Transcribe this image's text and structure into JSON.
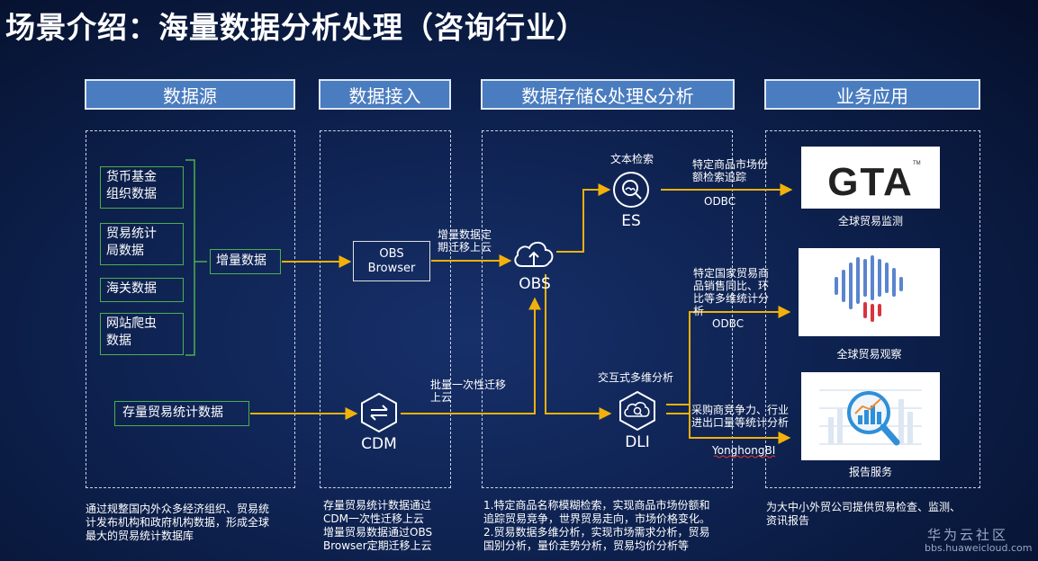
{
  "title": "场景介绍：海量数据分析处理（咨询行业）",
  "headers": [
    "数据源",
    "数据接入",
    "数据存储&处理&分析",
    "业务应用"
  ],
  "sources": {
    "items": [
      "货币基金组织数据",
      "贸易统计局数据",
      "海关数据",
      "网站爬虫数据"
    ],
    "items_lines": [
      [
        "货币基金",
        "组织数据"
      ],
      [
        "贸易统计",
        "局数据"
      ],
      [
        "海关数据"
      ],
      [
        "网站爬虫",
        "数据"
      ]
    ],
    "incremental": "增量数据",
    "stock": "存量贸易统计数据"
  },
  "access": {
    "obs_browser": [
      "OBS",
      "Browser"
    ],
    "cdm": "CDM"
  },
  "arrows": {
    "incremental_to_obs": [
      "增量数据定",
      "期迁移上云"
    ],
    "stock_to_obs": [
      "批量一次性迁移",
      "上云"
    ]
  },
  "processing": {
    "obs": "OBS",
    "es_caption": "文本检索",
    "es": "ES",
    "dli_caption": "交互式多维分析",
    "dli": "DLI"
  },
  "links": {
    "es_to_gta": [
      "特定商品市场份",
      "额检索追踪"
    ],
    "es_odbc": "ODBC",
    "dli_to_observe": [
      "特定国家贸易商",
      "品销售同比、环",
      "比等多维统计分",
      "析"
    ],
    "dli_odbc": "ODBC",
    "dli_to_report": [
      "采购商竞争力、行业",
      "进出口量等统计分析"
    ],
    "yonghong": "YonghongBI"
  },
  "apps": {
    "gta_logo": "GTA",
    "gta_tm": "TM",
    "gta_caption": "全球贸易监测",
    "observe_caption": "全球贸易观察",
    "report_caption": "报告服务"
  },
  "descriptions": {
    "sources": [
      "通过规整国内外众多经济组织、贸易统",
      "计发布机构和政府机构数据，形成全球",
      "最大的贸易统计数据库"
    ],
    "access": [
      "存量贸易统计数据通过",
      "CDM一次性迁移上云",
      "增量贸易数据通过OBS",
      "Browser定期迁移上云"
    ],
    "processing": [
      "1.特定商品名称模糊检索，实现商品市场份额和",
      "追踪贸易竞争，世界贸易走向，市场价格变化。",
      "2.贸易数据多维分析，实现市场需求分析，贸易",
      "国别分析，量价走势分析，贸易均价分析等"
    ],
    "apps": [
      "为大中小外贸公司提供贸易检查、监测、",
      "资讯报告"
    ]
  },
  "watermark": {
    "name": "华为云社区",
    "url": "bbs.huaweicloud.com"
  },
  "colors": {
    "header_bg": "#4a7cc0",
    "arrow": "#f2b10a",
    "source_border": "#4caf50",
    "observe_blue": "#5a84cf",
    "observe_red": "#d9333f"
  }
}
